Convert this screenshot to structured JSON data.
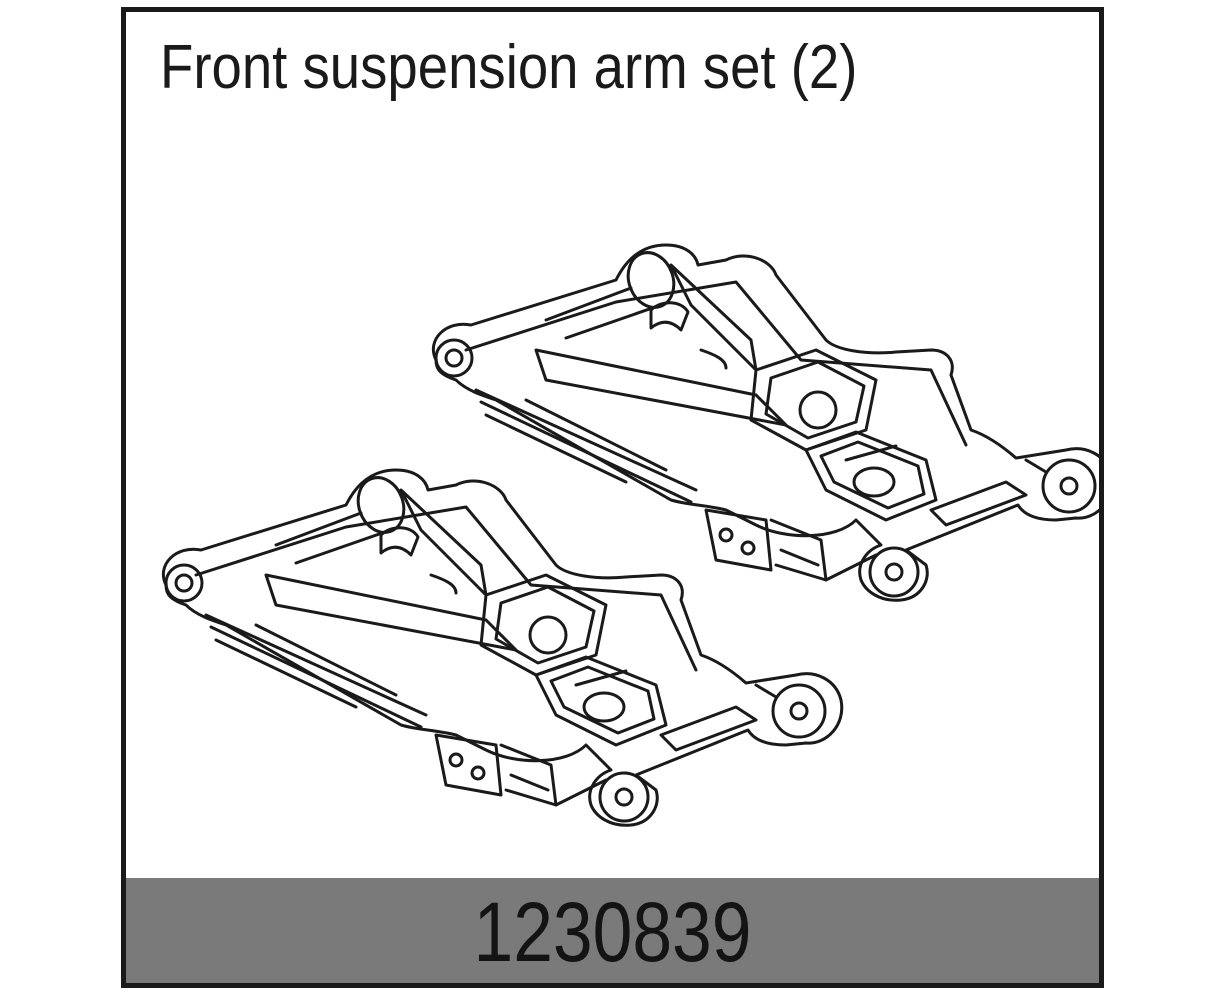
{
  "product": {
    "title": "Front suspension arm set (2)",
    "part_number": "1230839"
  },
  "illustration": {
    "subject": "front-suspension-arm",
    "count": 2,
    "line_color": "#1a1a1a"
  },
  "colors": {
    "frame": "#1a1a1a",
    "number_bar": "#7a7a7a",
    "text": "#1a1a1a"
  }
}
